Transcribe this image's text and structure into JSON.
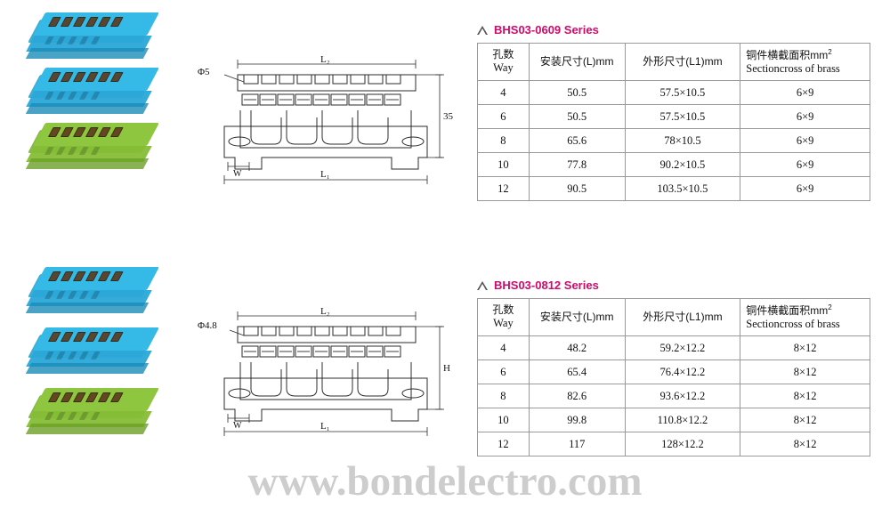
{
  "watermark": "www.bondelectro.com",
  "sections": [
    {
      "series_title": "BHS03-0609 Series",
      "drawing": {
        "hole_diameter_label": "Φ5",
        "dim_L2": "L₂",
        "dim_L1": "L₁",
        "dim_W": "W",
        "dim_H": "35"
      },
      "table": {
        "headers": [
          {
            "cn": "孔数",
            "en": "Way"
          },
          {
            "cn": "安装尺寸(L)mm",
            "en": ""
          },
          {
            "cn": "外形尺寸(L1)mm",
            "en": ""
          },
          {
            "cn": "铜件横截面积mm",
            "sup": "2",
            "en": "Sectioncross of brass"
          }
        ],
        "rows": [
          [
            "4",
            "50.5",
            "57.5×10.5",
            "6×9"
          ],
          [
            "6",
            "50.5",
            "57.5×10.5",
            "6×9"
          ],
          [
            "8",
            "65.6",
            "78×10.5",
            "6×9"
          ],
          [
            "10",
            "77.8",
            "90.2×10.5",
            "6×9"
          ],
          [
            "12",
            "90.5",
            "103.5×10.5",
            "6×9"
          ]
        ]
      }
    },
    {
      "series_title": "BHS03-0812 Series",
      "drawing": {
        "hole_diameter_label": "Φ4.8",
        "dim_L2": "L₂",
        "dim_L1": "L₁",
        "dim_W": "W",
        "dim_H": "H"
      },
      "table": {
        "headers": [
          {
            "cn": "孔数",
            "en": "Way"
          },
          {
            "cn": "安装尺寸(L)mm",
            "en": ""
          },
          {
            "cn": "外形尺寸(L1)mm",
            "en": ""
          },
          {
            "cn": "铜件横截面积mm",
            "sup": "2",
            "en": "Sectioncross of brass"
          }
        ],
        "rows": [
          [
            "4",
            "48.2",
            "59.2×12.2",
            "8×12"
          ],
          [
            "6",
            "65.4",
            "76.4×12.2",
            "8×12"
          ],
          [
            "8",
            "82.6",
            "93.6×12.2",
            "8×12"
          ],
          [
            "10",
            "99.8",
            "110.8×12.2",
            "8×12"
          ],
          [
            "12",
            "117",
            "128×12.2",
            "8×12"
          ]
        ]
      }
    }
  ]
}
